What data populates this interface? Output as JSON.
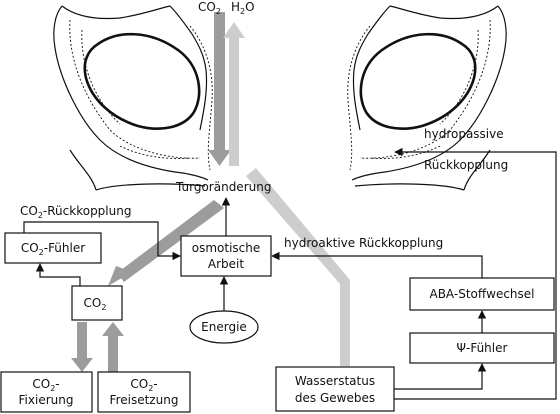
{
  "labels": {
    "co2_top": "CO",
    "co2_top_sub": "2",
    "h2o_top": "H",
    "h2o_top_sub": "2",
    "h2o_top_tail": "O",
    "turgor": "Turgoränderung",
    "co2_feedback": "CO",
    "co2_feedback_sub": "2",
    "co2_feedback_tail": "-Rückkopplung",
    "hydropassive_1": "hydropassive",
    "hydropassive_2": "Rückkopplung",
    "hydroactive": "hydroaktive Rückkopplung"
  },
  "boxes": {
    "co2_sensor": {
      "pre": "CO",
      "sub": "2",
      "post": "-Fühler"
    },
    "osmotic": {
      "line1": "osmotische",
      "line2": "Arbeit"
    },
    "co2": {
      "pre": "CO",
      "sub": "2"
    },
    "energy": "Energie",
    "aba": "ABA-Stoffwechsel",
    "psi": "Ψ-Fühler",
    "fixation": {
      "pre": "CO",
      "sub": "2",
      "dash": "-",
      "line2": "Fixierung"
    },
    "release": {
      "pre": "CO",
      "sub": "2",
      "dash": "-",
      "line2": "Freisetzung"
    },
    "water": {
      "line1": "Wasserstatus",
      "line2": "des Gewebes"
    }
  },
  "colors": {
    "gray_dark": "#9c9c9c",
    "gray_light": "#cdcdcd",
    "line": "#111111"
  }
}
